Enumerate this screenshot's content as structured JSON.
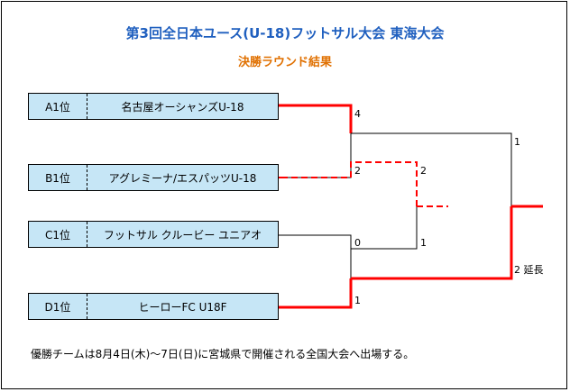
{
  "title": "第3回全日本ユース(U-18)フットサル大会 東海大会",
  "subtitle": "決勝ラウンド結果",
  "teams": [
    {
      "seed": "A1位",
      "name": "名古屋オーシャンズU-18"
    },
    {
      "seed": "B1位",
      "name": "アグレミーナ/エスパッツU-18"
    },
    {
      "seed": "C1位",
      "name": "フットサル クルービー ユニアオ"
    },
    {
      "seed": "D1位",
      "name": "ヒーローFC U18F"
    }
  ],
  "scores": {
    "a1_semi": "4",
    "b1_semi": "2",
    "c1_semi": "0",
    "d1_semi": "1",
    "third_b1": "2",
    "third_c1": "1",
    "final_top": "1",
    "final_bottom": "2 延長"
  },
  "colors": {
    "winner_line": "#ff0000",
    "loser_line": "#000000",
    "title": "#1f5fbf",
    "subtitle": "#e07000",
    "team_bg": "#c6e6f6"
  },
  "footnote": "優勝チームは8月4日(木)～7日(日)に宮城県で開催される全国大会へ出場する。"
}
